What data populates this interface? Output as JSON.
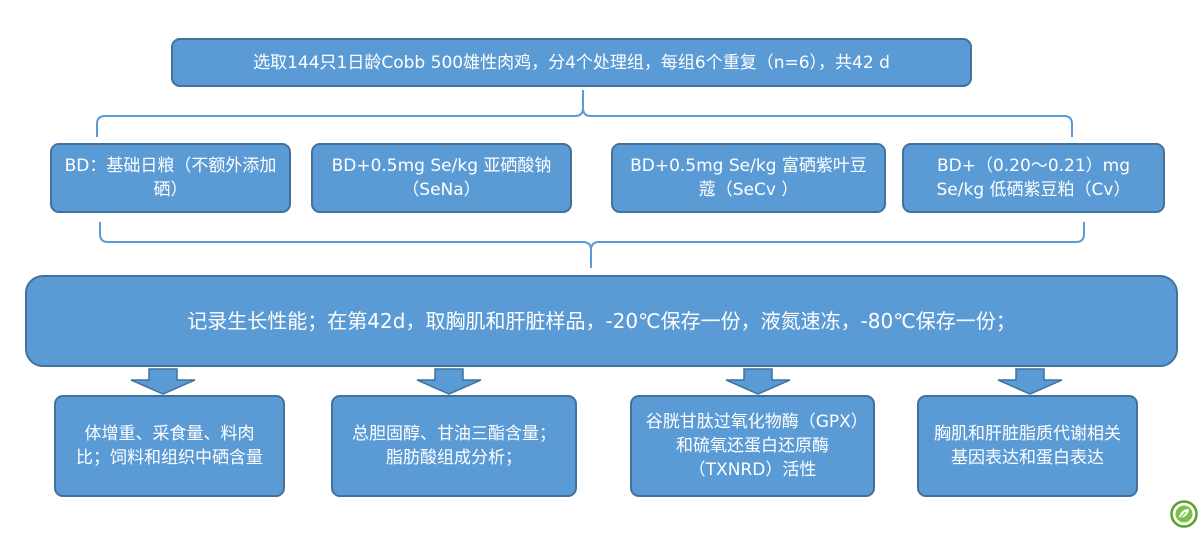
{
  "top_box": {
    "text": "选取144只1日龄Cobb 500雄性肉鸡，分4个处理组，每组6个重复（n=6），共42 d"
  },
  "treatments": [
    {
      "text": "BD：基础日粮（不额外添加硒）"
    },
    {
      "text": "BD+0.5mg Se/kg 亚硒酸钠（SeNa）"
    },
    {
      "text": "BD+0.5mg Se/kg 富硒紫叶豆蔻（SeCv ）"
    },
    {
      "text": "BD+（0.20～0.21）mg Se/kg 低硒紫豆粕（Cv）"
    }
  ],
  "main_box": {
    "text": "记录生长性能；在第42d，取胸肌和肝脏样品，-20℃保存一份，液氮速冻，-80℃保存一份；"
  },
  "outputs": [
    {
      "text": "体增重、采食量、料肉比；饲料和组织中硒含量"
    },
    {
      "text": "总胆固醇、甘油三酯含量；脂肪酸组成分析；"
    },
    {
      "text": "谷胱甘肽过氧化物酶（GPX）和硫氧还蛋白还原酶（TXNRD）活性"
    },
    {
      "text": "胸肌和肝脏脂质代谢相关基因表达和蛋白表达"
    }
  ],
  "colors": {
    "box_fill": "#5b9bd5",
    "box_border": "#41719c",
    "brace": "#5b9bd5",
    "text": "#ffffff"
  },
  "icons": {
    "watermark": "leaf-logo-icon"
  }
}
